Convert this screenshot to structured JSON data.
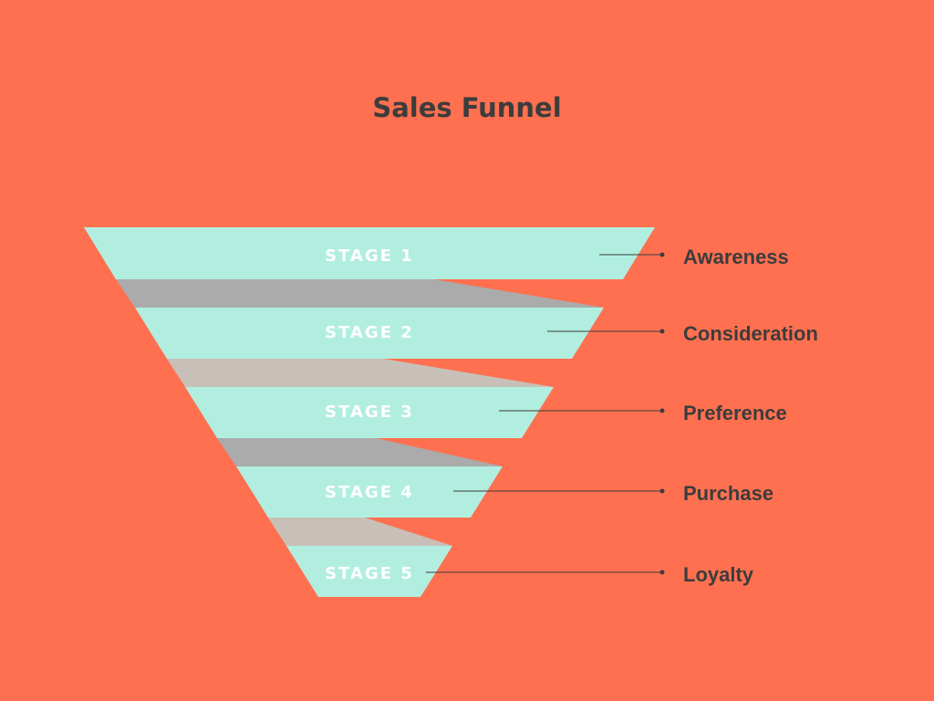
{
  "title": "Sales Funnel",
  "colors": {
    "background": "#FF7050",
    "stage_fill": "#B2EEDF",
    "connector_dark": "#ABABAB",
    "connector_light": "#C8C0B8",
    "text_dark": "#3C3C3C",
    "stage_text": "#FFFFFF",
    "leader_line": "#3C3C3C"
  },
  "stages": [
    {
      "name": "STAGE 1",
      "label": "Awareness"
    },
    {
      "name": "STAGE 2",
      "label": "Consideration"
    },
    {
      "name": "STAGE 3",
      "label": "Preference"
    },
    {
      "name": "STAGE 4",
      "label": "Purchase"
    },
    {
      "name": "STAGE 5",
      "label": "Loyalty"
    }
  ]
}
